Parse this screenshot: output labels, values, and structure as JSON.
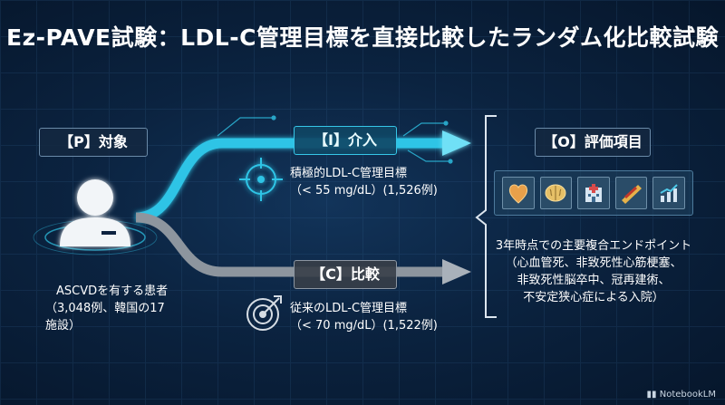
{
  "title": "Ez-PAVE試験：LDL-C管理目標を直接比較したランダム化比較試験",
  "population": {
    "label": "【P】対象",
    "desc_line1": "ASCVDを有する患者",
    "desc_line2": "（3,048例、韓国の17施設）",
    "icon": "patient-icon"
  },
  "intervention": {
    "label": "【I】介入",
    "line1": "積極的LDL-C管理目標",
    "line2": "（< 55 mg/dL）(1,526例)",
    "icon": "target-crosshair-icon",
    "color": "#2fc4e6"
  },
  "comparison": {
    "label": "【C】比較",
    "line1": "従来のLDL-C管理目標",
    "line2": "（< 70 mg/dL）(1,522例)",
    "icon": "target-arrow-icon",
    "color": "#9aa4ae"
  },
  "outcome": {
    "label": "【O】評価項目",
    "icons": [
      "heart-icon",
      "brain-icon",
      "hospital-icon",
      "blood-vessel-icon",
      "chart-icon"
    ],
    "line1": "3年時点での主要複合エンドポイント",
    "line2": "（心血管死、非致死性心筋梗塞、",
    "line3": "非致死性脳卒中、冠再建術、",
    "line4": "不安定狭心症による入院）"
  },
  "watermark": "NotebookLM"
}
